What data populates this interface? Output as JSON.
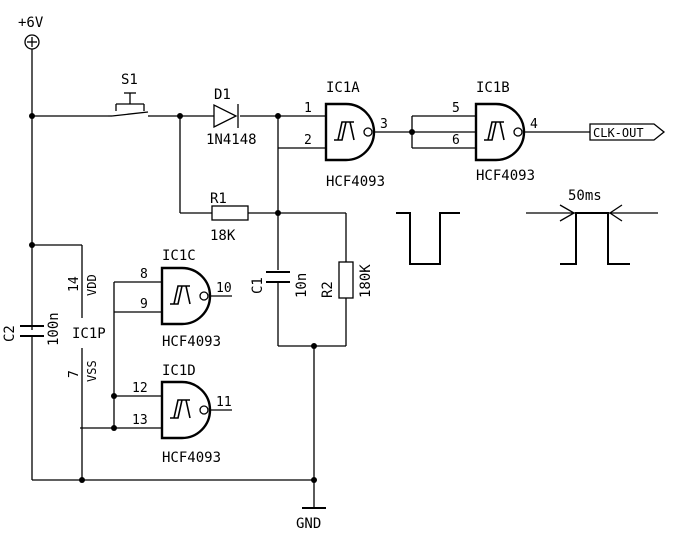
{
  "supply": {
    "label": "+6V"
  },
  "ground": {
    "label": "GND"
  },
  "switch": {
    "ref": "S1"
  },
  "diode": {
    "ref": "D1",
    "part": "1N4148"
  },
  "resistors": [
    {
      "ref": "R1",
      "value": "18K"
    },
    {
      "ref": "R2",
      "value": "180K"
    }
  ],
  "capacitors": [
    {
      "ref": "C1",
      "value": "10n"
    },
    {
      "ref": "C2",
      "value": "100n"
    }
  ],
  "gates": {
    "ic1a": {
      "ref": "IC1A",
      "part": "HCF4093",
      "pin_in1": "1",
      "pin_in2": "2",
      "pin_out": "3"
    },
    "ic1b": {
      "ref": "IC1B",
      "part": "HCF4093",
      "pin_in1": "5",
      "pin_in2": "6",
      "pin_out": "4"
    },
    "ic1c": {
      "ref": "IC1C",
      "part": "HCF4093",
      "pin_in1": "8",
      "pin_in2": "9",
      "pin_out": "10"
    },
    "ic1d": {
      "ref": "IC1D",
      "part": "HCF4093",
      "pin_in1": "12",
      "pin_in2": "13",
      "pin_out": "11"
    }
  },
  "power_block": {
    "ref": "IC1P",
    "pin_vdd": "14",
    "vdd": "VDD",
    "pin_vss": "7",
    "vss": "VSS"
  },
  "output": {
    "label": "CLK-OUT"
  },
  "waveform": {
    "pulse_width_label": "50ms"
  },
  "colors": {
    "ink": "#000000",
    "background": "#ffffff"
  }
}
